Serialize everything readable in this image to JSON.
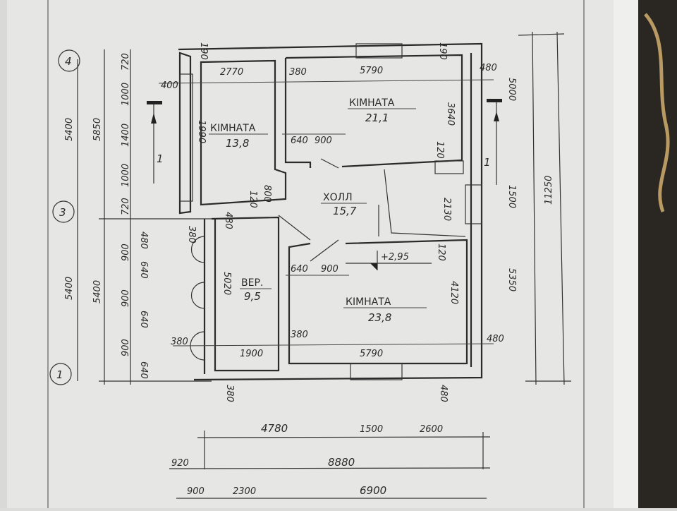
{
  "rooms": [
    {
      "name": "КІМНАТА",
      "area": "13,8"
    },
    {
      "name": "КІМНАТА",
      "area": "21,1"
    },
    {
      "name": "ХОЛЛ",
      "area": "15,7"
    },
    {
      "name": "ВЕР.",
      "area": "9,5"
    },
    {
      "name": "КІМНАТА",
      "area": "23,8"
    }
  ],
  "level_mark": "+2,95",
  "section_mark": "1",
  "axes": [
    "4",
    "3",
    "1"
  ],
  "dimensions": {
    "left_outer": [
      "5400",
      "5400"
    ],
    "left_total": [
      "5850",
      "5400"
    ],
    "left_chain": [
      "720",
      "1000",
      "1400",
      "1000",
      "720",
      "480",
      "900",
      "640",
      "900",
      "640",
      "900",
      "640"
    ],
    "top": [
      "190",
      "400",
      "2770",
      "380",
      "5790",
      "480",
      "190"
    ],
    "inner": [
      "1990",
      "3640",
      "640",
      "900",
      "120",
      "800",
      "120",
      "2130",
      "380",
      "5020",
      "640",
      "900",
      "120",
      "4120",
      "380",
      "1900",
      "380",
      "5790",
      "480",
      "380",
      "480",
      "480"
    ],
    "right": [
      "5000",
      "1500",
      "5350",
      "11250"
    ],
    "bottom_row1": [
      "4780",
      "1500",
      "2600"
    ],
    "bottom_row2": [
      "920",
      "8880"
    ],
    "bottom_row3": [
      "900",
      "2300",
      "6900"
    ]
  }
}
